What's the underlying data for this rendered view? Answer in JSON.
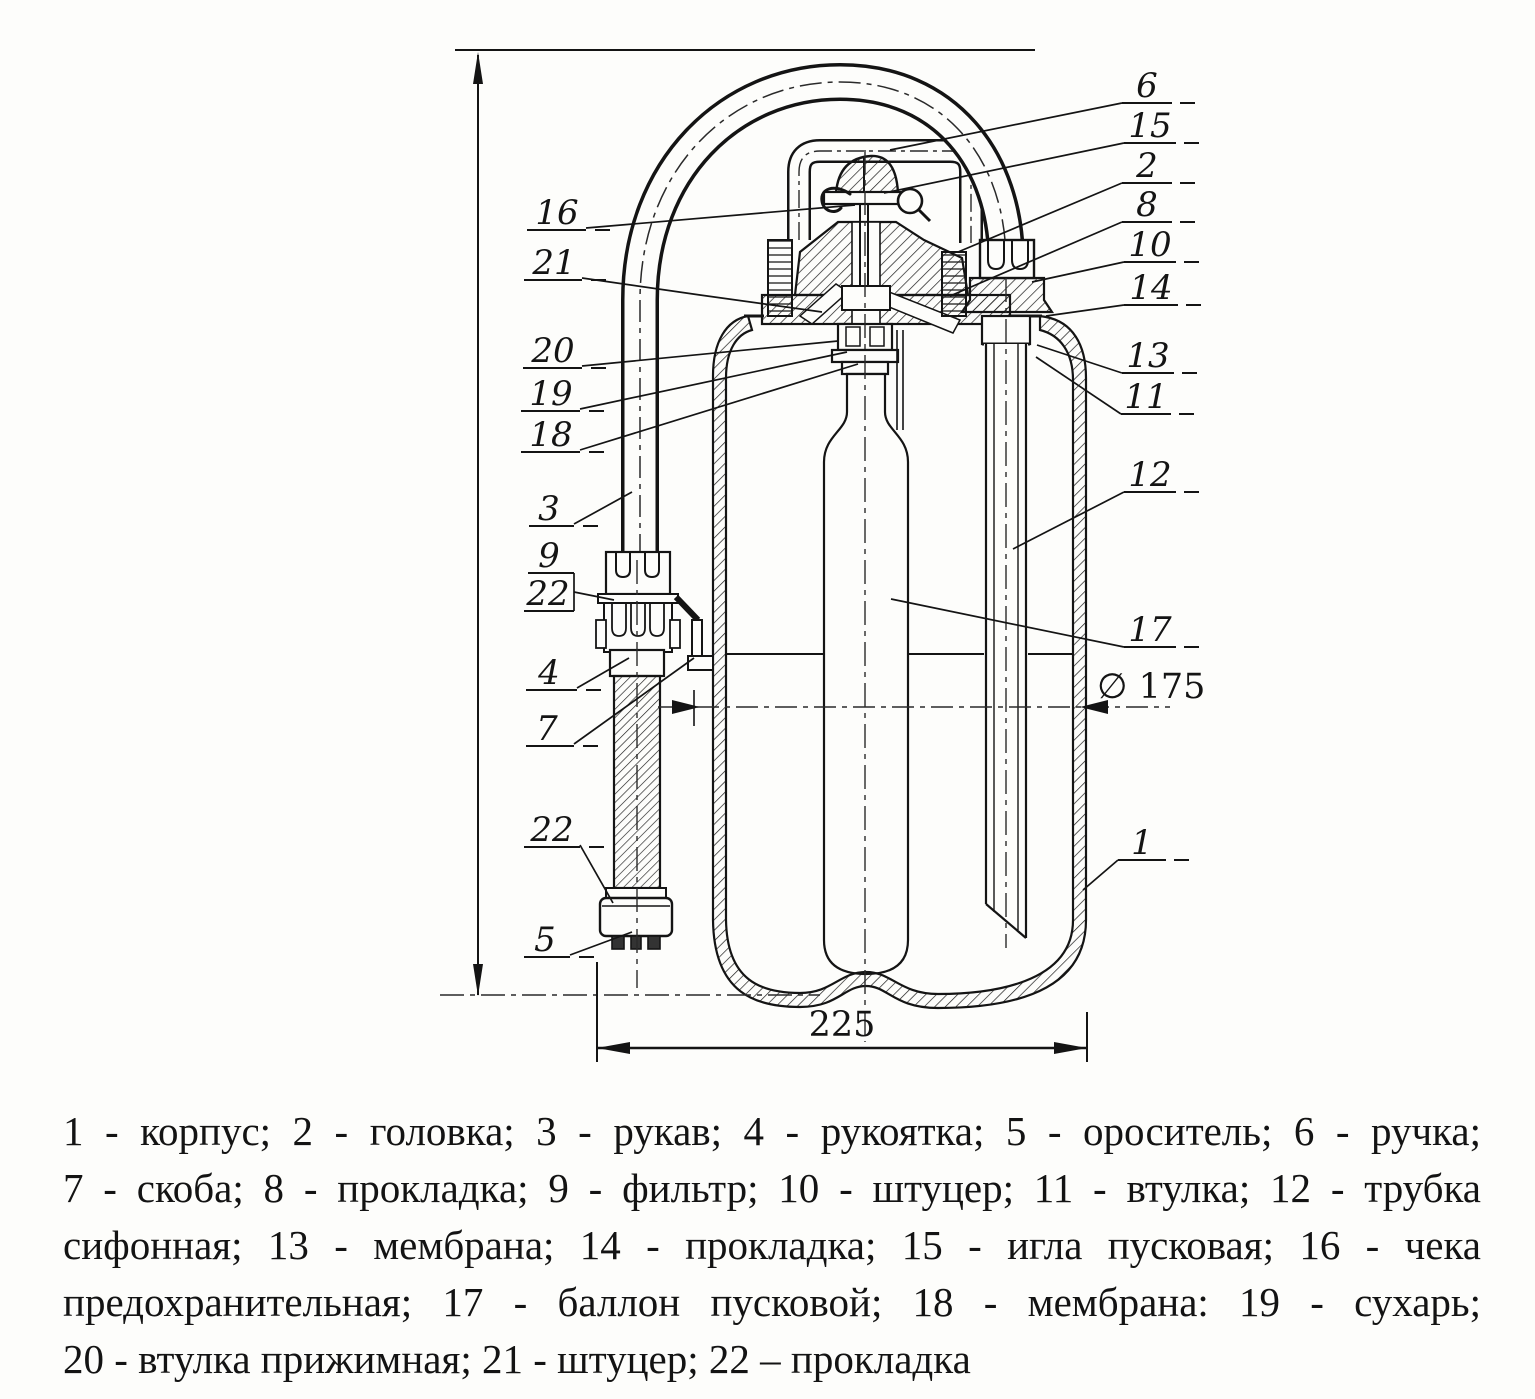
{
  "drawing": {
    "title_hint": "fire extinguisher sectional drawing",
    "dimensions": {
      "width_bottom": "225",
      "diameter": "∅ 175"
    },
    "callouts": {
      "r6": "6",
      "r15": "15",
      "r2": "2",
      "r8": "8",
      "r10": "10",
      "r14": "14",
      "r13": "13",
      "r11": "11",
      "r12": "12",
      "r17": "17",
      "r1": "1",
      "l16": "16",
      "l21": "21",
      "l20": "20",
      "l19": "19",
      "l18": "18",
      "l3": "3",
      "l9": "9",
      "l22a": "22",
      "l4": "4",
      "l7": "7",
      "l22b": "22",
      "l5": "5"
    }
  },
  "legend": {
    "lines": [
      "1 - корпус; 2 - головка; 3 - рукав; 4 - рукоятка; 5 - ороситель; 6 - ручка;",
      "7 - скоба; 8 - прокладка; 9 - фильтр; 10 - штуцер; 11 - втулка; 12 - трубка",
      "сифонная; 13 - мембрана; 14 - прокладка; 15 - игла пусковая; 16 - чека",
      "предохранительная; 17 - баллон пусковой; 18 - мембрана: 19 - сухарь;",
      "20 - втулка прижимная; 21 - штуцер; 22 – прокладка"
    ],
    "parts": [
      {
        "num": "1",
        "name": "корпус"
      },
      {
        "num": "2",
        "name": "головка"
      },
      {
        "num": "3",
        "name": "рукав"
      },
      {
        "num": "4",
        "name": "рукоятка"
      },
      {
        "num": "5",
        "name": "ороситель"
      },
      {
        "num": "6",
        "name": "ручка"
      },
      {
        "num": "7",
        "name": "скоба"
      },
      {
        "num": "8",
        "name": "прокладка"
      },
      {
        "num": "9",
        "name": "фильтр"
      },
      {
        "num": "10",
        "name": "штуцер"
      },
      {
        "num": "11",
        "name": "втулка"
      },
      {
        "num": "12",
        "name": "трубка сифонная"
      },
      {
        "num": "13",
        "name": "мембрана"
      },
      {
        "num": "14",
        "name": "прокладка"
      },
      {
        "num": "15",
        "name": "игла пусковая"
      },
      {
        "num": "16",
        "name": "чека предохранительная"
      },
      {
        "num": "17",
        "name": "баллон пусковой"
      },
      {
        "num": "18",
        "name": "мембрана"
      },
      {
        "num": "19",
        "name": "сухарь"
      },
      {
        "num": "20",
        "name": "втулка прижимная"
      },
      {
        "num": "21",
        "name": "штуцер"
      },
      {
        "num": "22",
        "name": "прокладка"
      }
    ]
  }
}
